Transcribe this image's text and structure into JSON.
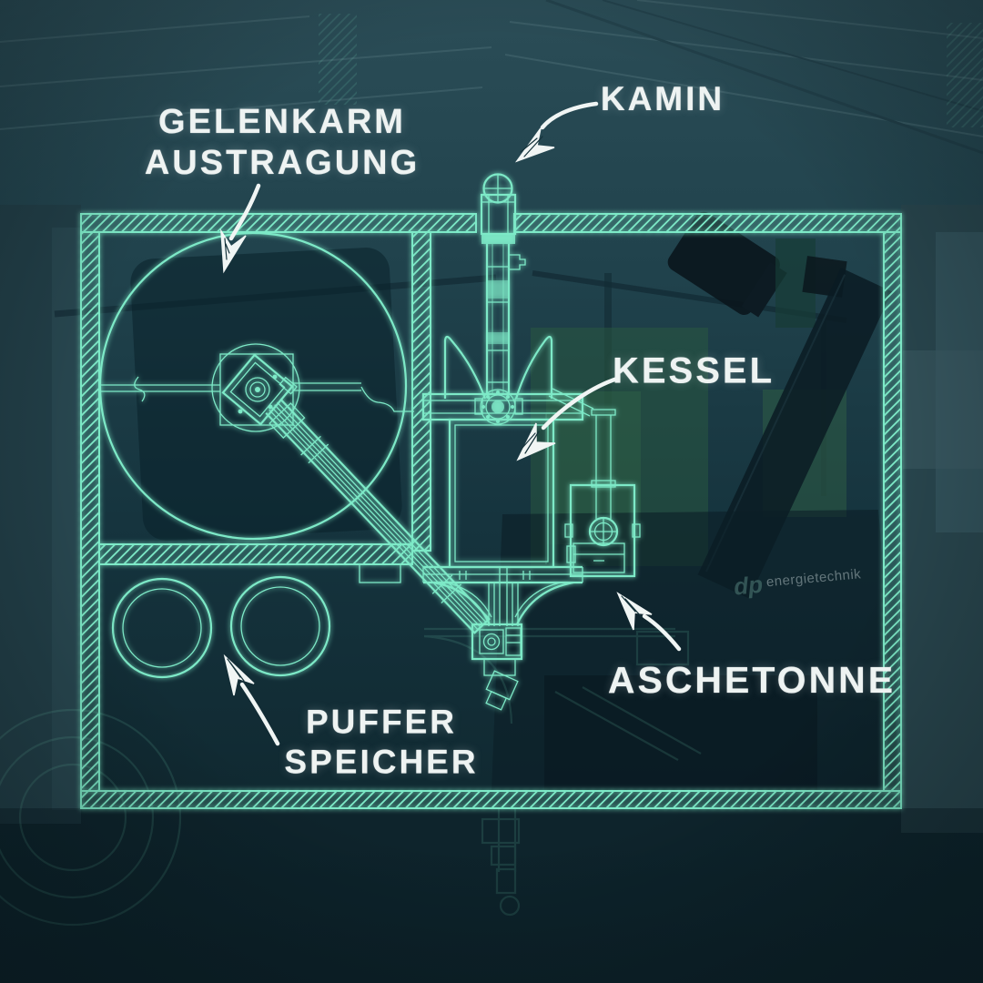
{
  "labels": {
    "gelenkarm": {
      "line1": "GELENKARM",
      "line2": "AUSTRAGUNG"
    },
    "kamin": "KAMIN",
    "kessel": "KESSEL",
    "aschetonne": "ASCHETONNE",
    "puffer": {
      "line1": "PUFFER",
      "line2": "SPEICHER"
    }
  },
  "watermark": {
    "logo": "dp",
    "text": "energietechnik"
  },
  "colors": {
    "cad_line": "#7de9c7",
    "chalk": "#eef3f2",
    "background_top": "#2b4d57",
    "background_mid": "#173540",
    "background_bottom": "#0e242c",
    "photo_green": "#2c5a40"
  },
  "diagram": {
    "type": "floorplan-overlay",
    "components": [
      {
        "id": "gelenkarm-austragung",
        "label_ref": "gelenkarm"
      },
      {
        "id": "kamin",
        "label_ref": "kamin"
      },
      {
        "id": "kessel",
        "label_ref": "kessel"
      },
      {
        "id": "aschetonne",
        "label_ref": "aschetonne"
      },
      {
        "id": "pufferspeicher",
        "label_ref": "puffer"
      }
    ]
  }
}
